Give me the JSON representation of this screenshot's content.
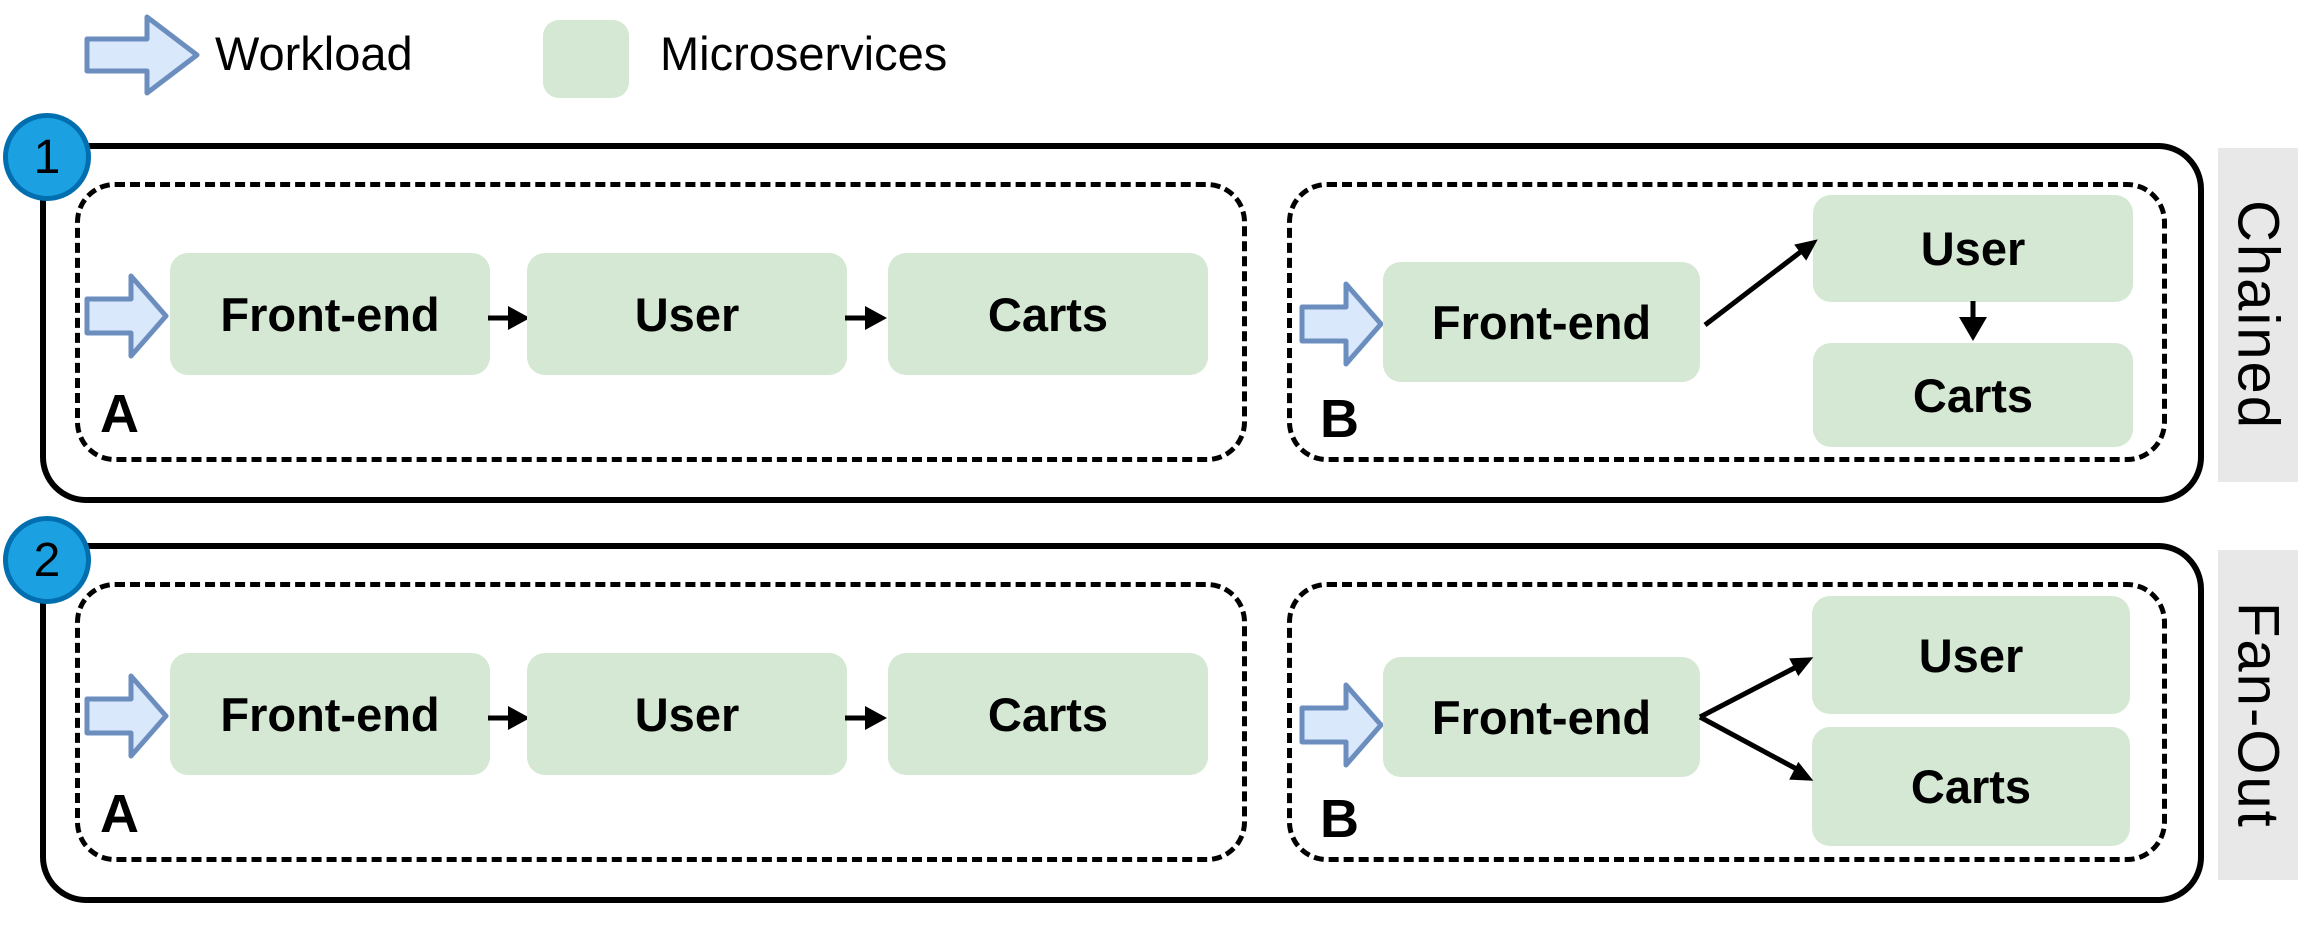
{
  "legend": {
    "workload_label": "Workload",
    "microservices_label": "Microservices"
  },
  "panels": [
    {
      "number": "1",
      "side_label": "Chained",
      "groups": [
        {
          "label": "A",
          "nodes": [
            "Front-end",
            "User",
            "Carts"
          ],
          "connections": [
            [
              "Workload",
              "Front-end"
            ],
            [
              "Front-end",
              "User"
            ],
            [
              "User",
              "Carts"
            ]
          ]
        },
        {
          "label": "B",
          "nodes": [
            "Front-end",
            "User",
            "Carts"
          ],
          "connections": [
            [
              "Workload",
              "Front-end"
            ],
            [
              "Front-end",
              "User"
            ],
            [
              "User",
              "Carts"
            ]
          ]
        }
      ]
    },
    {
      "number": "2",
      "side_label": "Fan-Out",
      "groups": [
        {
          "label": "A",
          "nodes": [
            "Front-end",
            "User",
            "Carts"
          ],
          "connections": [
            [
              "Workload",
              "Front-end"
            ],
            [
              "Front-end",
              "User"
            ],
            [
              "User",
              "Carts"
            ]
          ]
        },
        {
          "label": "B",
          "nodes": [
            "Front-end",
            "User",
            "Carts"
          ],
          "connections": [
            [
              "Workload",
              "Front-end"
            ],
            [
              "Front-end",
              "User"
            ],
            [
              "Front-end",
              "Carts"
            ]
          ]
        }
      ]
    }
  ],
  "colors": {
    "microservice_fill": "#d5e8d4",
    "workload_arrow_fill": "#dae8fc",
    "workload_arrow_stroke": "#6c8ebf",
    "badge_fill": "#1ba1e2",
    "badge_stroke": "#006eaf",
    "row_label_background": "#e8e8e8",
    "line_color": "#000000"
  }
}
